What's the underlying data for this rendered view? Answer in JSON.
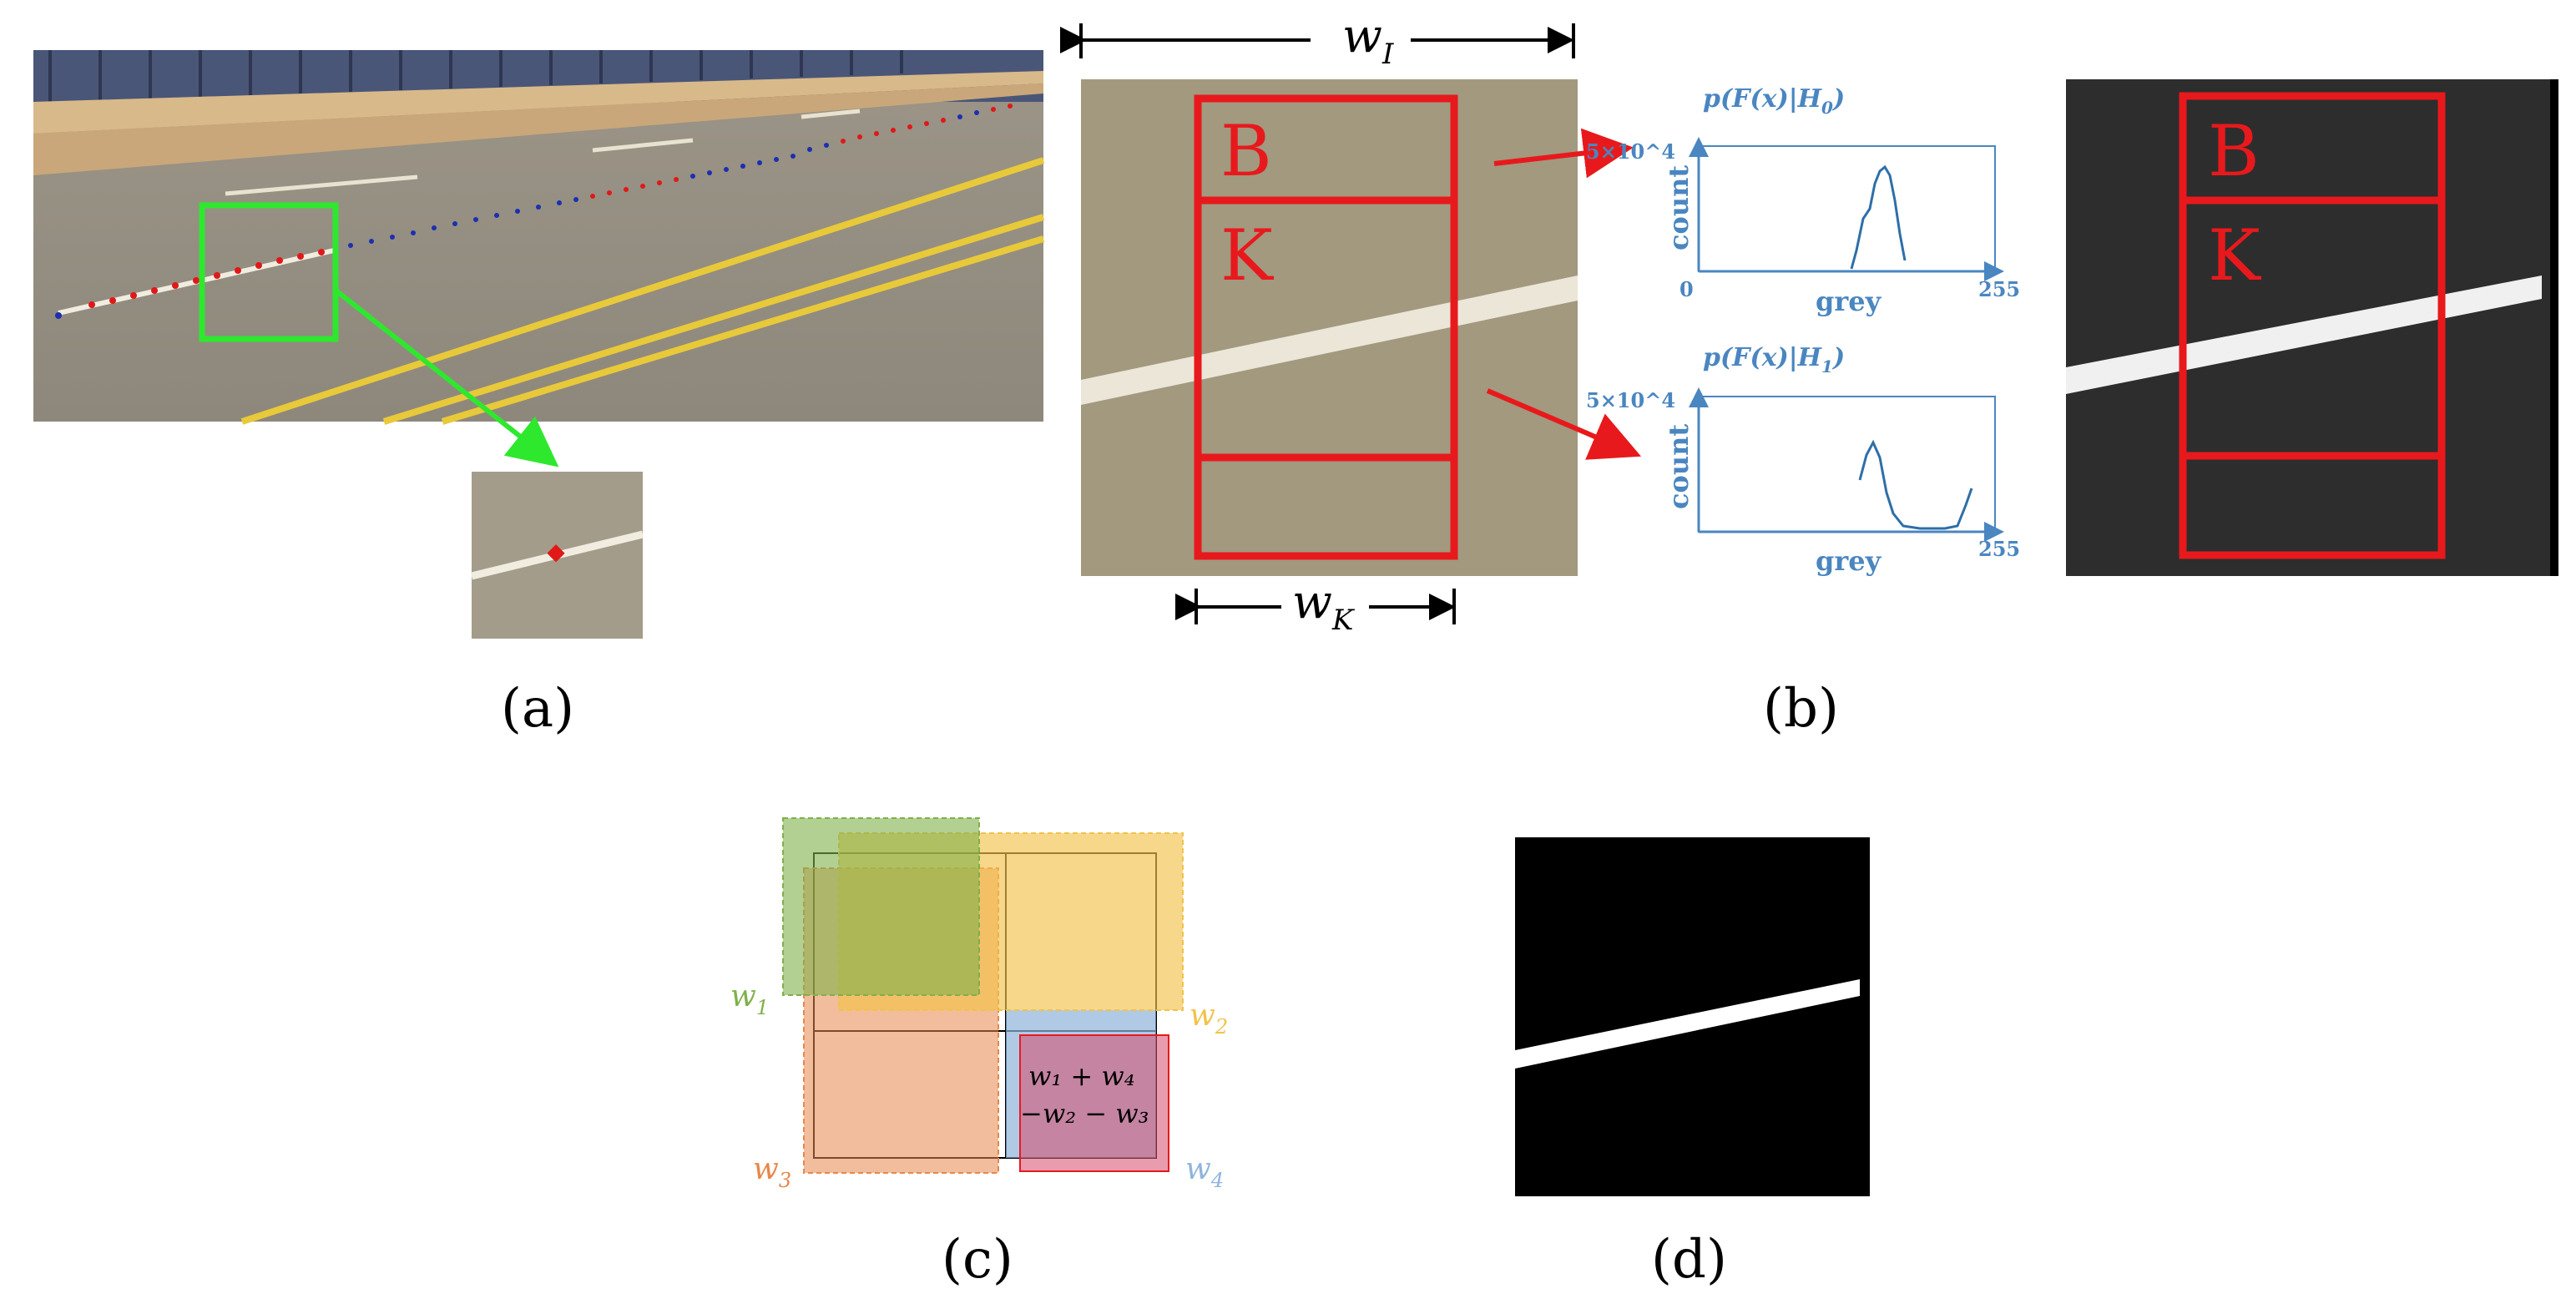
{
  "panels": {
    "a": {
      "caption": "(a)"
    },
    "b": {
      "caption": "(b)",
      "dim_top": "w",
      "dim_top_sub": "I",
      "dim_bottom": "w",
      "dim_bottom_sub": "K",
      "box_b": "B",
      "box_k": "K",
      "plot_top": {
        "title": "p(F(x)|H",
        "title_sub": "0",
        "title_end": ")",
        "ymax": "5×10^4",
        "ylabel": "count",
        "xlabel": "grey",
        "x0": "0",
        "x1": "255"
      },
      "plot_bottom": {
        "title": "p(F(x)|H",
        "title_sub": "1",
        "title_end": ")",
        "ymax": "5×10^4",
        "ylabel": "count",
        "xlabel": "grey",
        "x1": "255"
      },
      "right_box_b": "B",
      "right_box_k": "K"
    },
    "c": {
      "caption": "(c)",
      "w1": "w",
      "w1_sub": "1",
      "w2": "w",
      "w2_sub": "2",
      "w3": "w",
      "w3_sub": "3",
      "w4": "w",
      "w4_sub": "4",
      "formula_line1": "w₁ + w₄",
      "formula_line2": "−w₂ − w₃"
    },
    "d": {
      "caption": "(d)"
    }
  },
  "colors": {
    "red": "#e8191c",
    "green": "#2ee82e",
    "plot_blue": "#4a86c0",
    "w1": "#7fb04a",
    "w2": "#f2c24a",
    "w3": "#e8874a",
    "w4": "#8fb4dc"
  }
}
